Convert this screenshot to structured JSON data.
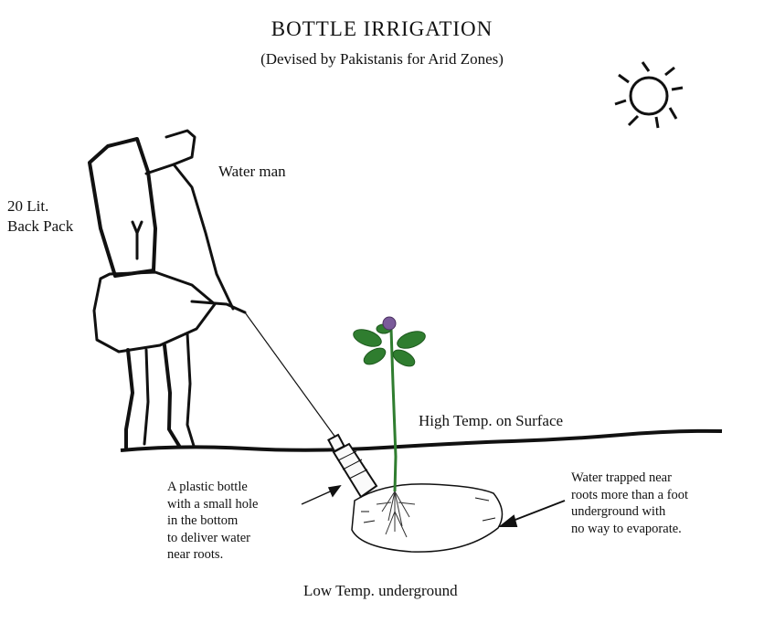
{
  "title": "BOTTLE IRRIGATION",
  "subtitle": "(Devised by Pakistanis for Arid Zones)",
  "labels": {
    "water_man": "Water man",
    "back_pack": "20 Lit.\nBack Pack",
    "high_temp": "High Temp. on Surface",
    "bottle_desc": "A plastic bottle\nwith a small hole\nin the bottom\nto deliver water\nnear roots.",
    "trapped_desc": "Water trapped near\nroots more than a foot\nunderground with\nno way to evaporate.",
    "low_temp": "Low Temp. underground"
  },
  "colors": {
    "ink": "#111111",
    "leaf": "#2f7d2f",
    "flower": "#7a5a9a"
  }
}
